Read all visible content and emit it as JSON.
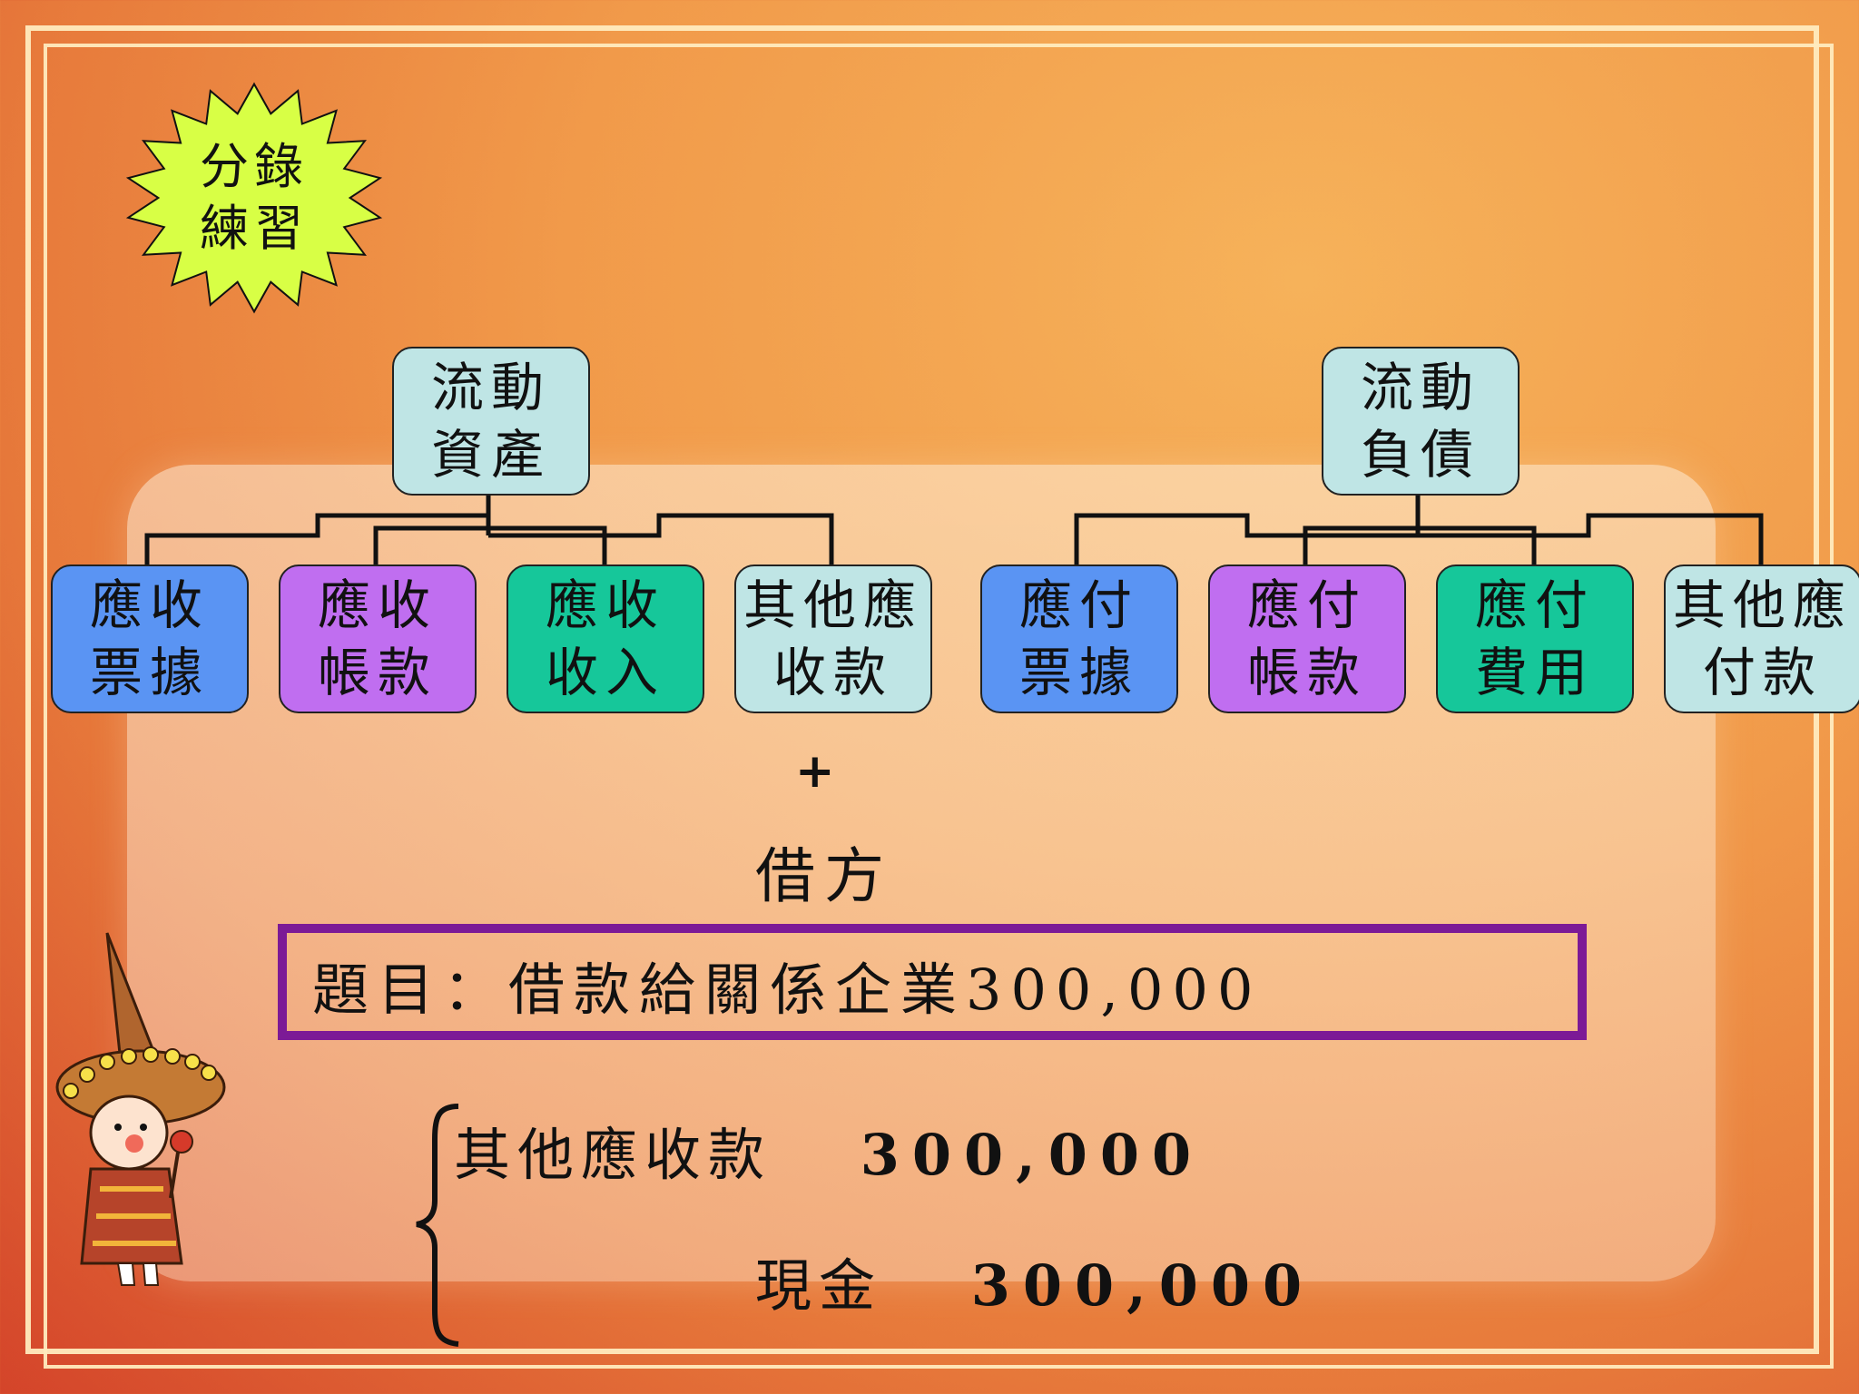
{
  "badge": {
    "line1": "分錄",
    "line2": "練習"
  },
  "assets": {
    "parent": {
      "line1": "流動",
      "line2": "資產"
    },
    "children": [
      {
        "line1": "應收",
        "line2": "票據",
        "color": "#5a94f3"
      },
      {
        "line1": "應收",
        "line2": "帳款",
        "color": "#c06ef0"
      },
      {
        "line1": "應收",
        "line2": "收入",
        "color": "#16c79a"
      },
      {
        "line1": "其他應",
        "line2": "收款",
        "color": "#bfe5e5"
      }
    ]
  },
  "liabilities": {
    "parent": {
      "line1": "流動",
      "line2": "負債"
    },
    "children": [
      {
        "line1": "應付",
        "line2": "票據",
        "color": "#5a94f3"
      },
      {
        "line1": "應付",
        "line2": "帳款",
        "color": "#c06ef0"
      },
      {
        "line1": "應付",
        "line2": "費用",
        "color": "#16c79a"
      },
      {
        "line1": "其他應",
        "line2": "付款",
        "color": "#bfe5e5"
      }
    ]
  },
  "sign": "+",
  "side_label": "借方",
  "question": "題目：借款給關係企業300,000",
  "entries": [
    {
      "account": "其他應收款",
      "amount": "300,000"
    },
    {
      "account": "現金",
      "amount": "300,000"
    }
  ],
  "colors": {
    "question_border": "#7c1a96",
    "badge_fill": "#d8ff45"
  }
}
